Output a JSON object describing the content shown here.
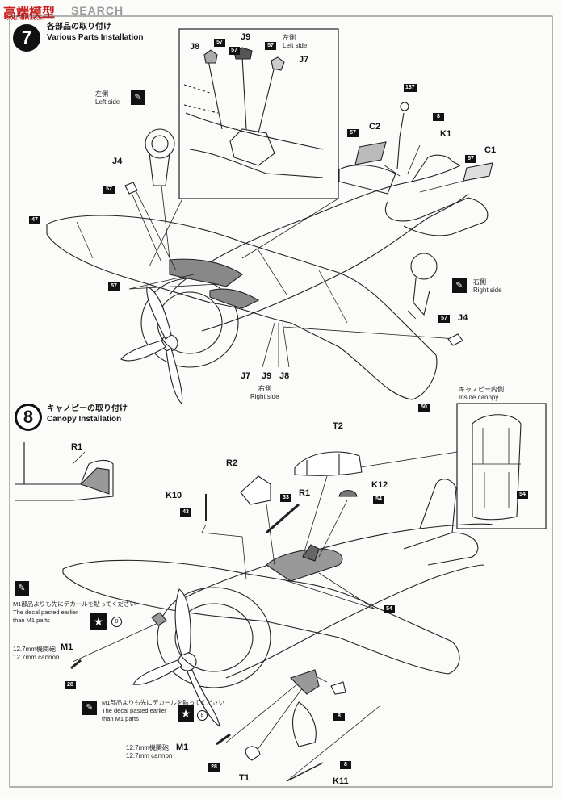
{
  "watermark": {
    "badge": "高端模型",
    "site": "SEARCH",
    "url": "www.hnmx.com"
  },
  "step7": {
    "number": "7",
    "title_jp": "各部品の取り付け",
    "title_en": "Various Parts Installation",
    "inset": {
      "left_side_jp": "左側",
      "left_side_en": "Left side",
      "parts": {
        "j8": "J8",
        "j9": "J9",
        "j7": "J7"
      },
      "part_nums": {
        "a": "57",
        "b": "57",
        "c": "57"
      }
    },
    "left_note": {
      "jp": "左側",
      "en": "Left side"
    },
    "right_note": {
      "jp": "右側",
      "en": "Right side"
    },
    "bottom_right": {
      "jp": "右側",
      "en": "Right side"
    },
    "labels": {
      "j4_left": "J4",
      "c2": "C2",
      "k1": "K1",
      "c1": "C1",
      "j4_right": "J4",
      "j7": "J7",
      "j9": "J9",
      "j8": "J8"
    },
    "part_nums": {
      "p137": "137",
      "p8": "8",
      "p57_c2": "57",
      "p57_c1": "57",
      "p57_j4": "57",
      "p47": "47",
      "p57_wing": "57",
      "p57_j4r": "57",
      "p50": "50"
    }
  },
  "step8": {
    "number": "8",
    "title_jp": "キャノピーの取り付け",
    "title_en": "Canopy Installation",
    "inside_canopy_jp": "キャノピー内側",
    "inside_canopy_en": "Inside canopy",
    "labels": {
      "r1_side": "R1",
      "r2": "R2",
      "k10": "K10",
      "r1": "R1",
      "t2": "T2",
      "k12": "K12",
      "m1_top": "M1",
      "m1_bottom": "M1",
      "t1": "T1",
      "k11": "K11"
    },
    "part_nums": {
      "p54_inside": "54",
      "p43": "43",
      "p33": "33",
      "p54_k12": "54",
      "p54_body": "54",
      "p28_top": "28",
      "p28_bottom": "28",
      "p8_right": "8",
      "p8_k11": "8"
    },
    "decal_nums": {
      "top": "8",
      "bottom": "8"
    },
    "decal_note_top": {
      "jp": "M1部品よりも先にデカールを貼ってください",
      "en1": "The decal pasted earlier",
      "en2": "than M1 parts"
    },
    "decal_note_bottom": {
      "jp": "M1部品よりも先にデカールを貼ってください",
      "en1": "The decal pasted earlier",
      "en2": "than M1 parts"
    },
    "cannon_top": {
      "jp": "12.7mm機関砲",
      "en": "12.7mm cannon"
    },
    "cannon_bottom": {
      "jp": "12.7mm機関砲",
      "en": "12.7mm cannon"
    }
  }
}
